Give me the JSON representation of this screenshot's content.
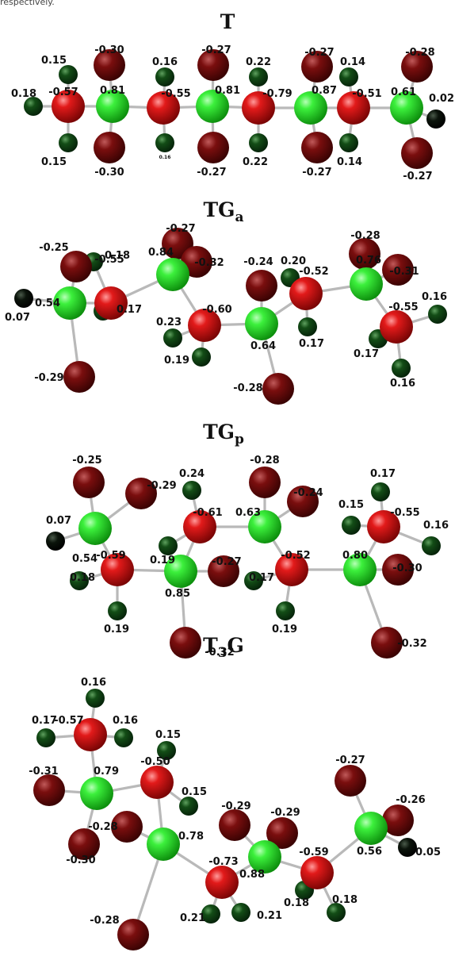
{
  "caption_fragment": "respectively.",
  "colors": {
    "carbon_green": "#1bd61b",
    "oxygen_red": "#d21010",
    "dark_red": "#6e0a0a",
    "dark_green": "#0f4a14",
    "black": "#050a05",
    "bond": "#b9b9b9"
  },
  "panels": [
    {
      "title": "T",
      "subscript": "",
      "labels": [
        "0.18",
        "-0.57",
        "0.15",
        "0.15",
        "-0.30",
        "-0.30",
        "0.81",
        "0.16",
        "-0.55",
        "0.16",
        "-0.27",
        "-0.27",
        "0.81",
        "0.22",
        "-0.79",
        "0.22",
        "-0.27",
        "-0.27",
        "0.87",
        "0.14",
        "-0.51",
        "0.14",
        "-0.28",
        "-0.27",
        "0.61",
        "0.02"
      ]
    },
    {
      "title": "TG",
      "subscript": "a",
      "labels": [
        "0.54",
        "0.07",
        "-0.25",
        "-0.29",
        "-0.55",
        "0.18",
        "0.17",
        "0.84",
        "-0.27",
        "-0.32",
        "-0.60",
        "0.23",
        "0.19",
        "0.64",
        "-0.24",
        "-0.28",
        "-0.52",
        "0.20",
        "0.17",
        "0.76",
        "-0.28",
        "-0.31",
        "-0.55",
        "0.16",
        "0.17",
        "0.16"
      ]
    },
    {
      "title": "TG",
      "subscript": "p",
      "labels": [
        "0.54",
        "0.07",
        "-0.25",
        "-0.29",
        "-0.59",
        "0.18",
        "0.19",
        "0.85",
        "-0.27",
        "-0.32",
        "-0.61",
        "0.24",
        "0.19",
        "0.63",
        "-0.28",
        "-0.24",
        "-0.52",
        "0.17",
        "0.19",
        "0.80",
        "-0.30",
        "-0.32",
        "-0.55",
        "0.17",
        "0.15",
        "0.16"
      ]
    },
    {
      "title": "T",
      "subscript": "3",
      "suffix": "G",
      "labels": [
        "-0.57",
        "0.16",
        "0.17",
        "0.16",
        "0.79",
        "-0.31",
        "-0.30",
        "-0.50",
        "0.15",
        "0.15",
        "0.78",
        "-0.28",
        "-0.28",
        "-0.73",
        "0.21",
        "0.21",
        "0.88",
        "-0.29",
        "-0.29",
        "-0.59",
        "0.18",
        "0.18",
        "0.56",
        "-0.27",
        "-0.26",
        "0.05"
      ]
    }
  ]
}
